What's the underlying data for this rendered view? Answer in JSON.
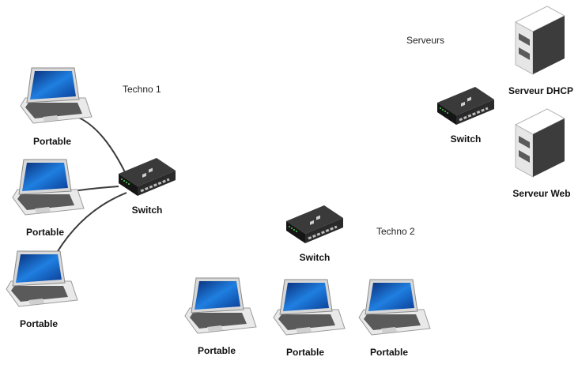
{
  "groups": {
    "techno1": "Techno 1",
    "techno2": "Techno 2",
    "servers": "Serveurs"
  },
  "devices": {
    "laptop_label": "Portable",
    "switch_label": "Switch",
    "server_dhcp": "Serveur DHCP",
    "server_web": "Serveur Web"
  },
  "icons": [
    "laptop-icon",
    "switch-icon",
    "server-icon"
  ],
  "colors": {
    "cable": "#3a3a3a",
    "screen": "#1565c8",
    "switch_body": "#1e1e1e",
    "server_body": "#f2f2f2"
  }
}
